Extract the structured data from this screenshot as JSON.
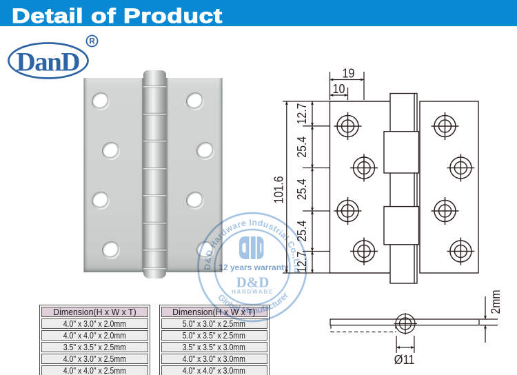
{
  "banner": {
    "title": "Detail of Product",
    "bg_color": "#0989d3",
    "text_color": "#ffffff"
  },
  "logo": {
    "text": "DanD",
    "registered_mark": "R",
    "color": "#2e63a5"
  },
  "watermark": {
    "arc_top": "D&D Hardware Industrial Co.,Ltd",
    "warranty": "12 years warranty",
    "brand": "D&D",
    "brand_sub": "HARDWARE",
    "arc_bottom": "Global Manufacturer",
    "color": "#a6c5e4"
  },
  "drawing": {
    "dim_top_outer": "19",
    "dim_top_inner": "10",
    "chain": [
      "12.7",
      "25.4",
      "25.4",
      "25.4",
      "12.7"
    ],
    "dim_total_height": "101.6",
    "dim_pin_diameter": "Ø11",
    "dim_thickness": "2mm",
    "line_color": "#2a211f"
  },
  "tables": [
    {
      "header": "Dimension(H x W x T)",
      "rows": [
        "4.0\" x 3.0\" x 2.0mm",
        "4.0\" x 4.0\" x 2.0mm",
        "3.5\" x 3.5\" x 2.5mm",
        "4.0\" x 3.0\" x 2.5mm",
        "4.0\" x 4.0\" x 2.5mm"
      ]
    },
    {
      "header": "Dimension(H x W x T)",
      "rows": [
        "5.0\" x 3.0\" x 2.5mm",
        "5.0\" x 3.5\" x 2.5mm",
        "3.5\" x 3.5\" x 3.0mm",
        "4.0\" x 3.0\" x 3.0mm",
        "4.0\" x 4.0\" x 3.0mm"
      ]
    }
  ]
}
